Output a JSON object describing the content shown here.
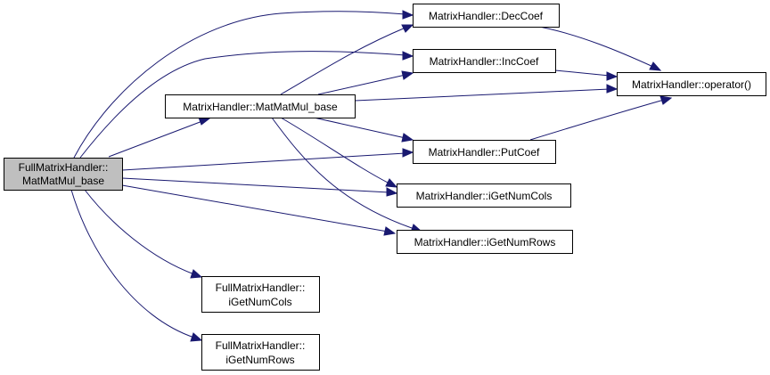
{
  "nodes": {
    "fm_matmul": {
      "lines": [
        "FullMatrixHandler::",
        "MatMatMul_base"
      ]
    },
    "mh_matmul": {
      "lines": [
        "MatrixHandler::MatMatMul_base"
      ]
    },
    "mh_deccoef": {
      "lines": [
        "MatrixHandler::DecCoef"
      ]
    },
    "mh_inccoef": {
      "lines": [
        "MatrixHandler::IncCoef"
      ]
    },
    "mh_operator": {
      "lines": [
        "MatrixHandler::operator()"
      ]
    },
    "mh_putcoef": {
      "lines": [
        "MatrixHandler::PutCoef"
      ]
    },
    "mh_getcols": {
      "lines": [
        "MatrixHandler::iGetNumCols"
      ]
    },
    "mh_getrows": {
      "lines": [
        "MatrixHandler::iGetNumRows"
      ]
    },
    "fm_getcols": {
      "lines": [
        "FullMatrixHandler::",
        "iGetNumCols"
      ]
    },
    "fm_getrows": {
      "lines": [
        "FullMatrixHandler::",
        "iGetNumRows"
      ]
    }
  },
  "colors": {
    "edge": "#191970",
    "root_fill": "#bfbfbf",
    "node_fill": "#ffffff",
    "border": "#000000"
  }
}
